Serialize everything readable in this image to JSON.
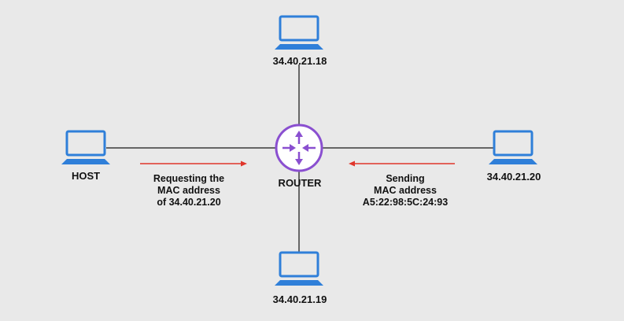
{
  "colors": {
    "background": "#e9e9e9",
    "laptop": "#2f7fd9",
    "router": "#8a4fd0",
    "router_fill": "#ffffff",
    "link": "#3a3a3a",
    "arrow": "#e0352b",
    "text": "#111111"
  },
  "nodes": {
    "top": {
      "label": "34.40.21.18",
      "icon": "laptop-icon"
    },
    "host": {
      "label": "HOST",
      "icon": "laptop-icon"
    },
    "router": {
      "label": "ROUTER",
      "icon": "router-icon"
    },
    "right": {
      "label": "34.40.21.20",
      "icon": "laptop-icon"
    },
    "bottom": {
      "label": "34.40.21.19",
      "icon": "laptop-icon"
    }
  },
  "messages": {
    "request": {
      "direction": "host-to-router",
      "lines": [
        "Requesting the",
        "MAC address",
        "of 34.40.21.20"
      ]
    },
    "reply": {
      "direction": "right-to-router",
      "lines": [
        "Sending",
        "MAC address",
        "A5:22:98:5C:24:93"
      ]
    }
  }
}
